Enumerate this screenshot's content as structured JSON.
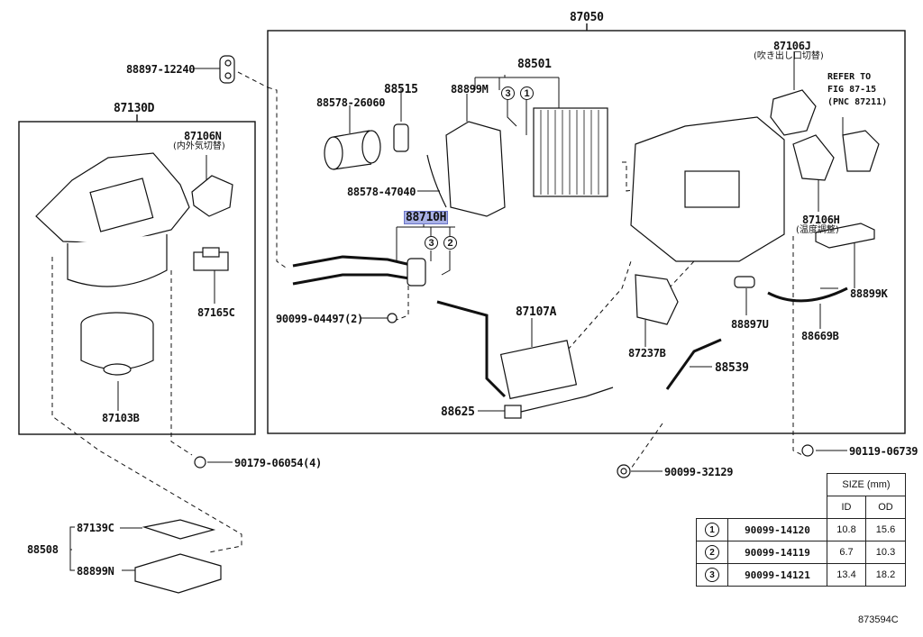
{
  "diagram": {
    "figure_number": "873594C",
    "assemblies": {
      "main_unit": "87050",
      "blower_unit": "87130D"
    },
    "highlighted_part": "88710H",
    "reference_note": [
      "REFER TO",
      "FIG 87-15",
      "(PNC 87211)"
    ],
    "parts": {
      "p88897_12240": "88897-12240",
      "p87130D": "87130D",
      "p87106N": "87106N",
      "p87106N_desc": "(内外気切替)",
      "p87165C": "87165C",
      "p87103B": "87103B",
      "p90179_06054": "90179-06054(4)",
      "p87139C": "87139C",
      "p88508": "88508",
      "p88899N": "88899N",
      "p87050": "87050",
      "p88578_26060": "88578-26060",
      "p88515": "88515",
      "p88899M": "88899M",
      "p88501": "88501",
      "p88578_47040": "88578-47040",
      "p88710H": "88710H",
      "p90099_04497": "90099-04497(2)",
      "p87107A": "87107A",
      "p88625": "88625",
      "p87106J": "87106J",
      "p87106J_desc": "(吹き出し口切替)",
      "p87106H": "87106H",
      "p87106H_desc": "(温度調整)",
      "p88899K": "88899K",
      "p88897U": "88897U",
      "p88669B": "88669B",
      "p87237B": "87237B",
      "p88539": "88539",
      "p90119_06739": "90119-06739",
      "p90099_32129": "90099-32129"
    },
    "callouts": {
      "c88501_a": "3",
      "c88501_b": "1",
      "c88710_a": "3",
      "c88710_b": "2"
    },
    "size_table": {
      "header": "SIZE (mm)",
      "col_id": "ID",
      "col_od": "OD",
      "rows": [
        {
          "index": "1",
          "part": "90099-14120",
          "id": "10.8",
          "od": "15.6"
        },
        {
          "index": "2",
          "part": "90099-14119",
          "id": "6.7",
          "od": "10.3"
        },
        {
          "index": "3",
          "part": "90099-14121",
          "id": "13.4",
          "od": "18.2"
        }
      ]
    }
  }
}
